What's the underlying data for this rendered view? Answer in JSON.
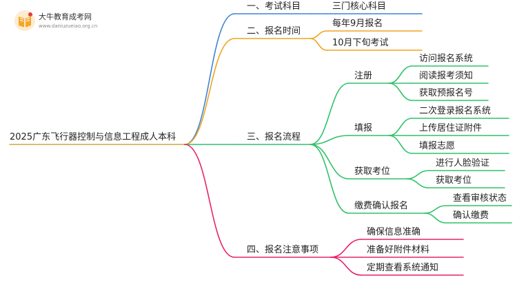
{
  "brand": {
    "name": "大牛教育成考网",
    "url": "www.daniuzueiao.org.cn",
    "icon": "book-logo-icon",
    "colors": {
      "orange": "#f4a62a",
      "red": "#e23d3d"
    }
  },
  "mindmap": {
    "root": "2025广东飞行器控制与信息工程成人本科",
    "branches": [
      {
        "label": "一、考试科目",
        "color": "#3b82d6",
        "children": [
          {
            "label": "三门核心科目"
          }
        ]
      },
      {
        "label": "二、报名时间",
        "color": "#f0a31c",
        "children": [
          {
            "label": "每年9月报名"
          },
          {
            "label": "10月下旬考试"
          }
        ]
      },
      {
        "label": "三、报名流程",
        "color": "#2fc26a",
        "children": [
          {
            "label": "注册",
            "children": [
              {
                "label": "访问报名系统"
              },
              {
                "label": "阅读报考须知"
              },
              {
                "label": "获取预报名号"
              }
            ]
          },
          {
            "label": "填报",
            "children": [
              {
                "label": "二次登录报名系统"
              },
              {
                "label": "上传居住证附件"
              },
              {
                "label": "填报志愿"
              }
            ]
          },
          {
            "label": "获取考位",
            "children": [
              {
                "label": "进行人脸验证"
              },
              {
                "label": "获取考位"
              }
            ]
          },
          {
            "label": "缴费确认报名",
            "children": [
              {
                "label": "查看审核状态"
              },
              {
                "label": "确认缴费"
              }
            ]
          }
        ]
      },
      {
        "label": "四、报名注意事项",
        "color": "#e8206c",
        "children": [
          {
            "label": "确保信息准确"
          },
          {
            "label": "准备好附件材料"
          },
          {
            "label": "定期查看系统通知"
          }
        ]
      }
    ]
  }
}
